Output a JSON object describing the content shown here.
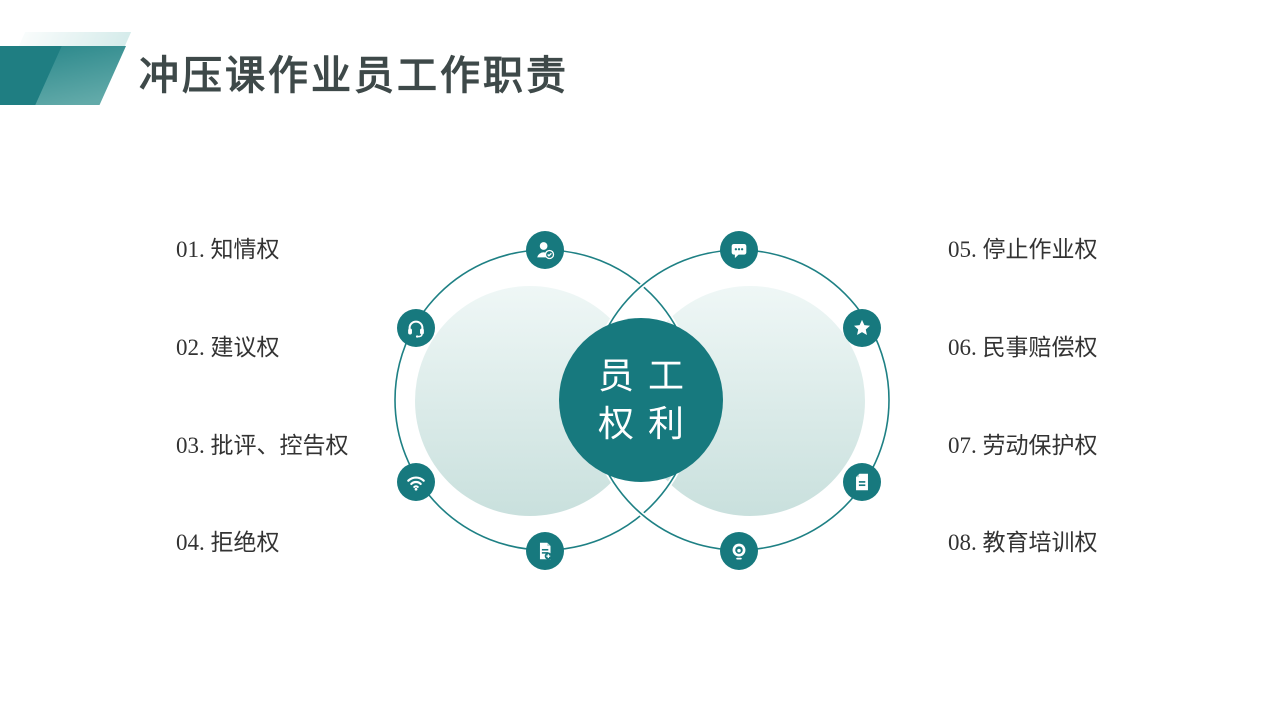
{
  "slide": {
    "title": "冲压课作业员工作职责",
    "center_label": {
      "line1": "员工",
      "line2": "权利"
    },
    "left_items": [
      {
        "label": "01. 知情权",
        "icon": "user-check-icon"
      },
      {
        "label": "02. 建议权",
        "icon": "headset-icon"
      },
      {
        "label": "03. 批评、控告权",
        "icon": "wifi-icon"
      },
      {
        "label": "04. 拒绝权",
        "icon": "document-add-icon"
      }
    ],
    "right_items": [
      {
        "label": "05. 停止作业权",
        "icon": "chat-bubble-icon"
      },
      {
        "label": "06. 民事赔偿权",
        "icon": "star-icon"
      },
      {
        "label": "07. 劳动保护权",
        "icon": "document-lines-icon"
      },
      {
        "label": "08. 教育培训权",
        "icon": "webcam-icon"
      }
    ],
    "colors": {
      "accent_teal": "#17797e",
      "ring_stroke": "#1e8084",
      "deco_dark_teal": "#1f7e82",
      "deco_light_teal": "#62aaa9",
      "title_color": "#3e4949",
      "label_color": "#333333",
      "inner_circle_fill_top": "#eff7f6",
      "inner_circle_fill_bottom": "#c9e0dd"
    }
  }
}
